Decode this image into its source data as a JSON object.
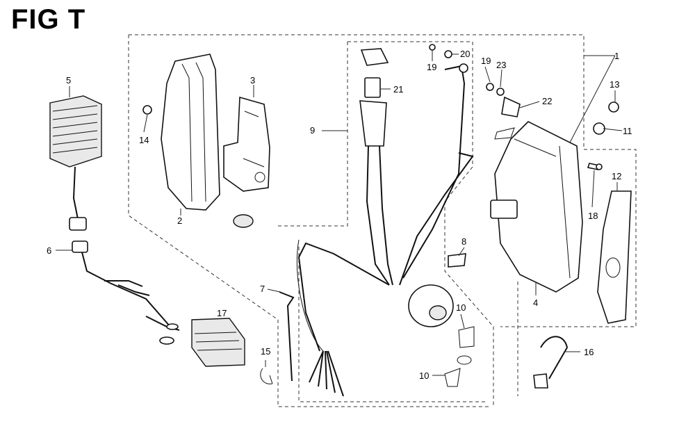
{
  "figure": {
    "title": "FIG T"
  },
  "callouts": [
    {
      "id": "c1",
      "text": "1"
    },
    {
      "id": "c2",
      "text": "2"
    },
    {
      "id": "c3",
      "text": "3"
    },
    {
      "id": "c4",
      "text": "4"
    },
    {
      "id": "c5",
      "text": "5"
    },
    {
      "id": "c6",
      "text": "6"
    },
    {
      "id": "c7",
      "text": "7"
    },
    {
      "id": "c8",
      "text": "8"
    },
    {
      "id": "c9",
      "text": "9"
    },
    {
      "id": "c10a",
      "text": "10"
    },
    {
      "id": "c10b",
      "text": "10"
    },
    {
      "id": "c11",
      "text": "11"
    },
    {
      "id": "c12",
      "text": "12"
    },
    {
      "id": "c13",
      "text": "13"
    },
    {
      "id": "c14",
      "text": "14"
    },
    {
      "id": "c15",
      "text": "15"
    },
    {
      "id": "c16",
      "text": "16"
    },
    {
      "id": "c17",
      "text": "17"
    },
    {
      "id": "c18",
      "text": "18"
    },
    {
      "id": "c19a",
      "text": "19"
    },
    {
      "id": "c19b",
      "text": "19"
    },
    {
      "id": "c20",
      "text": "20"
    },
    {
      "id": "c21",
      "text": "21"
    },
    {
      "id": "c22",
      "text": "22"
    },
    {
      "id": "c23",
      "text": "23"
    }
  ]
}
